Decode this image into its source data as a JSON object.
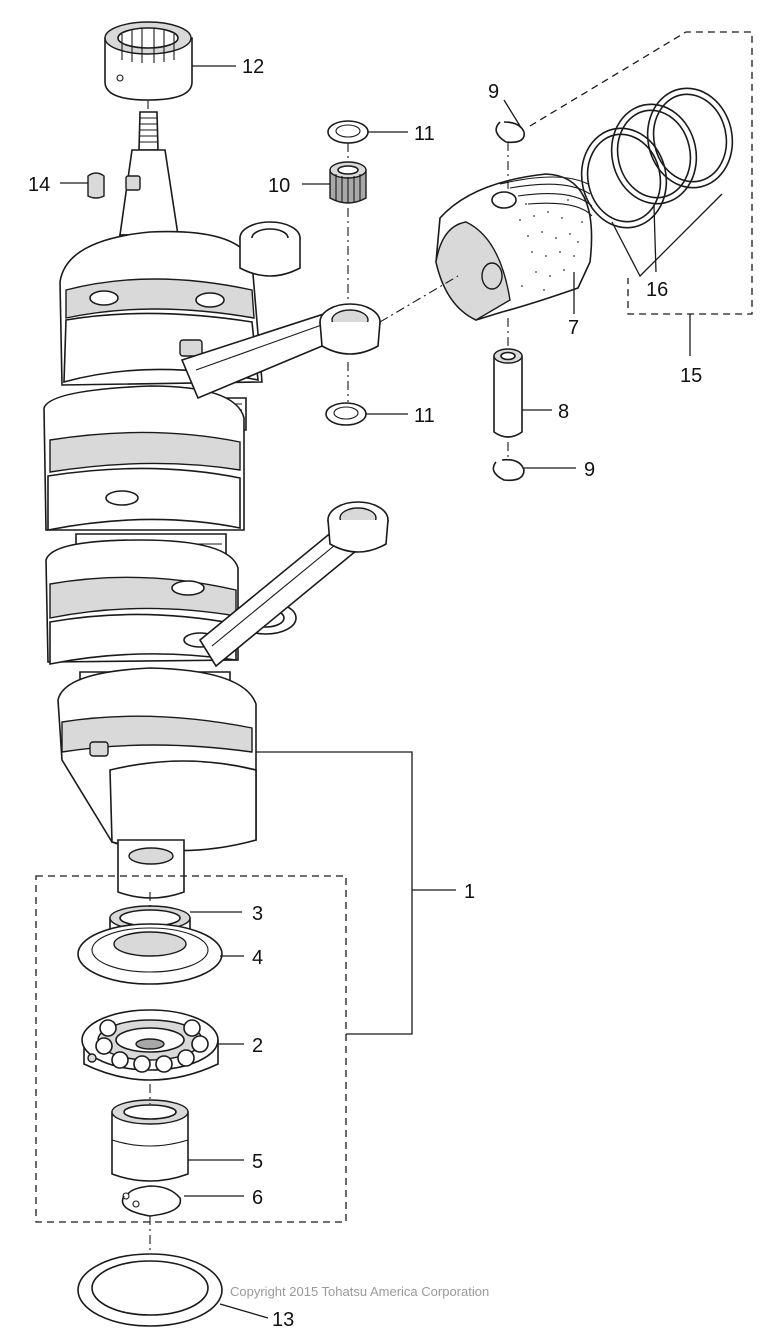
{
  "diagram": {
    "callouts": {
      "c1": "1",
      "c2": "2",
      "c3": "3",
      "c4": "4",
      "c5": "5",
      "c6": "6",
      "c7": "7",
      "c8": "8",
      "c9a": "9",
      "c9b": "9",
      "c10": "10",
      "c11a": "11",
      "c11b": "11",
      "c12": "12",
      "c13": "13",
      "c14": "14",
      "c15": "15",
      "c16": "16"
    },
    "copyright": "Copyright 2015 Tohatsu America Corporation"
  }
}
